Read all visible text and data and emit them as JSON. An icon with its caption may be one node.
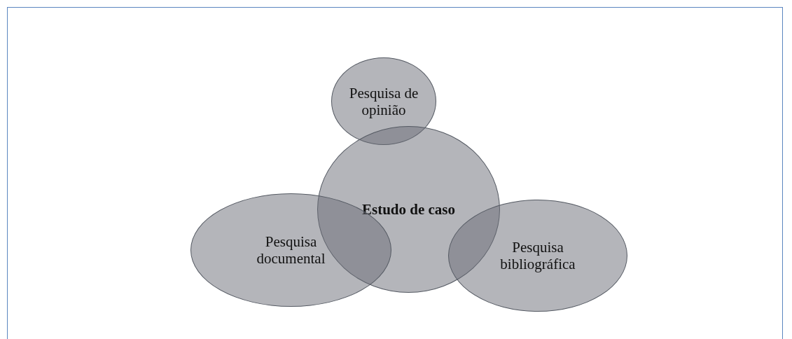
{
  "diagram": {
    "nodes": [
      {
        "text": [
          "Pesquisa de opinião"
        ]
      },
      {
        "text": [
          "Estudo de caso"
        ]
      },
      {
        "text": [
          "Pesquisa documental"
        ]
      },
      {
        "text": [
          "Pesquisa bibliográfica"
        ]
      }
    ],
    "edges": []
  }
}
